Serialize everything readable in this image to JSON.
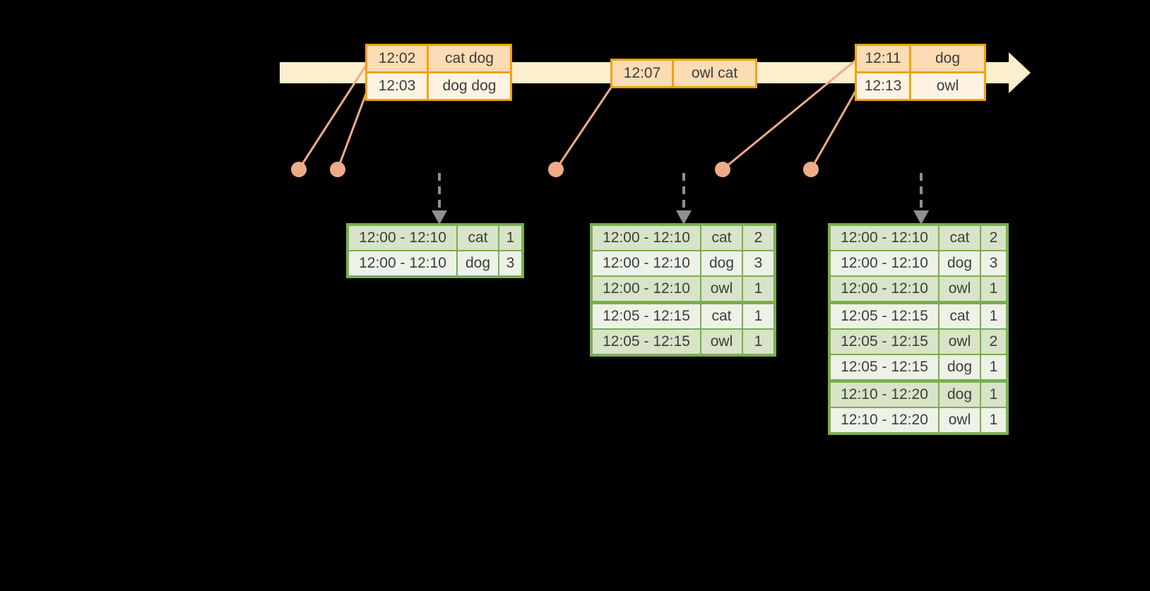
{
  "colors": {
    "background": "#000000",
    "band": "#FBEFCD",
    "gold_border": "#F0A30A",
    "peach_dark": "#FBDCB4",
    "peach_light": "#FEF3E3",
    "salmon": "#EFAB87",
    "arrow_gray": "#909090",
    "green_border": "#7BAE4F",
    "green_dark": "#D7E4C8",
    "green_light": "#EDF2E7",
    "text": "#3D3D3D"
  },
  "timeline": {
    "events": [
      {
        "rows": [
          {
            "time": "12:02",
            "words": "cat dog"
          },
          {
            "time": "12:03",
            "words": "dog dog"
          }
        ]
      },
      {
        "rows": [
          {
            "time": "12:07",
            "words": "owl cat"
          }
        ]
      },
      {
        "rows": [
          {
            "time": "12:11",
            "words": "dog"
          },
          {
            "time": "12:13",
            "words": "owl"
          }
        ]
      }
    ]
  },
  "result_tables": [
    {
      "rows": [
        {
          "window": "12:00 - 12:10",
          "word": "cat",
          "count": "1"
        },
        {
          "window": "12:00 - 12:10",
          "word": "dog",
          "count": "3"
        }
      ]
    },
    {
      "rows": [
        {
          "window": "12:00 - 12:10",
          "word": "cat",
          "count": "2"
        },
        {
          "window": "12:00 - 12:10",
          "word": "dog",
          "count": "3"
        },
        {
          "window": "12:00 - 12:10",
          "word": "owl",
          "count": "1"
        },
        {
          "window": "12:05 - 12:15",
          "word": "cat",
          "count": "1"
        },
        {
          "window": "12:05 - 12:15",
          "word": "owl",
          "count": "1"
        }
      ]
    },
    {
      "rows": [
        {
          "window": "12:00 - 12:10",
          "word": "cat",
          "count": "2"
        },
        {
          "window": "12:00 - 12:10",
          "word": "dog",
          "count": "3"
        },
        {
          "window": "12:00 - 12:10",
          "word": "owl",
          "count": "1"
        },
        {
          "window": "12:05 - 12:15",
          "word": "cat",
          "count": "1"
        },
        {
          "window": "12:05 - 12:15",
          "word": "owl",
          "count": "2"
        },
        {
          "window": "12:05 - 12:15",
          "word": "dog",
          "count": "1"
        },
        {
          "window": "12:10 - 12:20",
          "word": "dog",
          "count": "1"
        },
        {
          "window": "12:10 - 12:20",
          "word": "owl",
          "count": "1"
        }
      ]
    }
  ]
}
